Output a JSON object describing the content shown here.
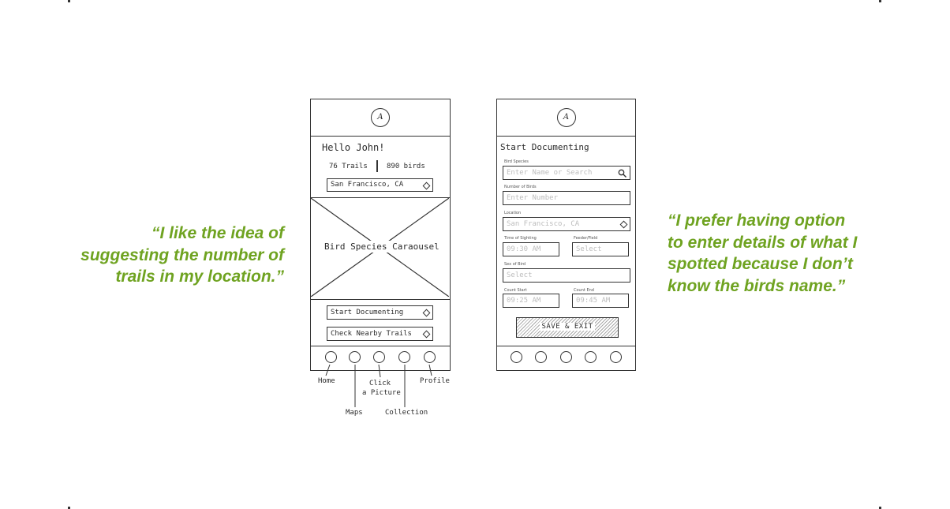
{
  "quotes": {
    "left": "“I like the idea of suggesting the number of trails in my location.”",
    "right": "“I prefer having option to enter details of what I spotted because I don’t know the birds name.”"
  },
  "logo_letter": "A",
  "home_screen": {
    "greeting": "Hello John!",
    "trails": "76 Trails",
    "birds": "890 birds",
    "location": "San Francisco, CA",
    "carousel_label": "Bird Species Caraousel",
    "buttons": [
      "Start Documenting",
      "Check Nearby Trails"
    ]
  },
  "nav_annotations": {
    "home": "Home",
    "maps": "Maps",
    "click_a_picture_line1": "Click",
    "click_a_picture_line2": "a Picture",
    "collection": "Collection",
    "profile": "Profile"
  },
  "document_screen": {
    "title": "Start Documenting",
    "bird_species_label": "Bird Species",
    "bird_species_placeholder": "Enter Name or Search",
    "number_label": "Number of Birds",
    "number_placeholder": "Enter Number",
    "location_label": "Location",
    "location_value": "San Francisco, CA",
    "time_label": "Time of Sighting",
    "time_value": "09:30 AM",
    "feeder_label": "Feeder/Field",
    "feeder_placeholder": "Select",
    "sex_label": "Sex of Bird",
    "sex_placeholder": "Select",
    "count_start_label": "Count Start",
    "count_start_value": "09:25 AM",
    "count_end_label": "Count End",
    "count_end_value": "09:45 AM",
    "save_button": "SAVE & EXIT"
  },
  "icons": {
    "search": "search-icon",
    "dropdown": "diamond-dropdown-icon",
    "nav": "circle-nav-icon"
  },
  "colors": {
    "quote_green": "#6fa321",
    "sketch_ink": "#2b2b2b"
  }
}
